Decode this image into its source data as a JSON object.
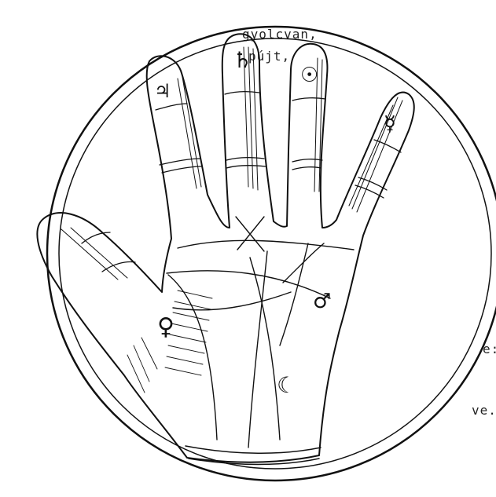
{
  "text_fragments": {
    "line1": "gyolcvan,",
    "line2": "pújt,",
    "line3": "e:",
    "line4": "ve."
  },
  "planet_symbols": {
    "jupiter": "♃",
    "saturn": "♄",
    "sun": "☉",
    "mercury": "☿",
    "venus": "♀",
    "mars": "♂",
    "moon": "☾"
  },
  "colors": {
    "ink": "#111111",
    "paper": "#ffffff"
  }
}
